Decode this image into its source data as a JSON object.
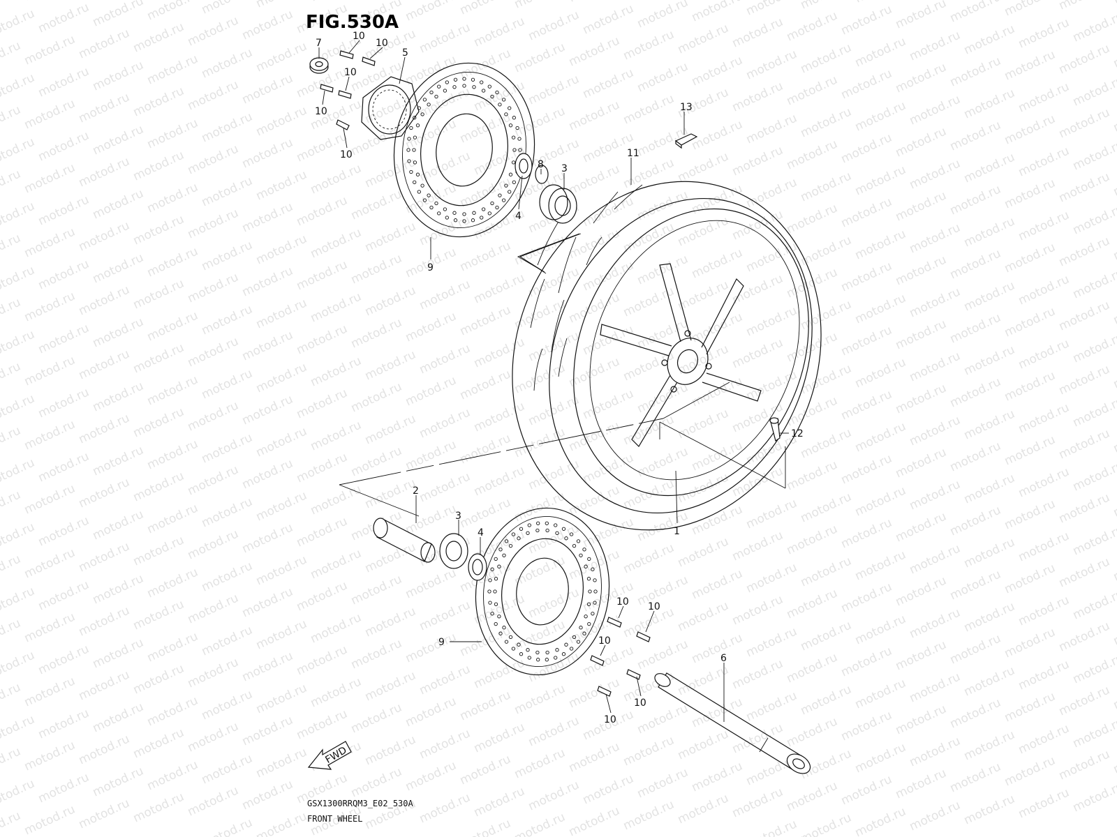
{
  "figure": {
    "title": "FIG.530A",
    "model_code": "GSX1300RRQM3_E02_530A",
    "caption": "FRONT WHEEL",
    "fwd_label": "FWD"
  },
  "watermark": {
    "text": "motod.ru"
  },
  "callouts": [
    {
      "id": "c7",
      "text": "7"
    },
    {
      "id": "c10a",
      "text": "10"
    },
    {
      "id": "c10b",
      "text": "10"
    },
    {
      "id": "c5",
      "text": "5"
    },
    {
      "id": "c10c",
      "text": "10"
    },
    {
      "id": "c10d",
      "text": "10"
    },
    {
      "id": "c10e",
      "text": "10"
    },
    {
      "id": "c13",
      "text": "13"
    },
    {
      "id": "c11",
      "text": "11"
    },
    {
      "id": "c8",
      "text": "8"
    },
    {
      "id": "c3a",
      "text": "3"
    },
    {
      "id": "c4a",
      "text": "4"
    },
    {
      "id": "c9a",
      "text": "9"
    },
    {
      "id": "c12",
      "text": "12"
    },
    {
      "id": "c1",
      "text": "1"
    },
    {
      "id": "c2",
      "text": "2"
    },
    {
      "id": "c3b",
      "text": "3"
    },
    {
      "id": "c4b",
      "text": "4"
    },
    {
      "id": "c9b",
      "text": "9"
    },
    {
      "id": "c10f",
      "text": "10"
    },
    {
      "id": "c10g",
      "text": "10"
    },
    {
      "id": "c10h",
      "text": "10"
    },
    {
      "id": "c6",
      "text": "6"
    },
    {
      "id": "c10i",
      "text": "10"
    },
    {
      "id": "c10j",
      "text": "10"
    }
  ]
}
